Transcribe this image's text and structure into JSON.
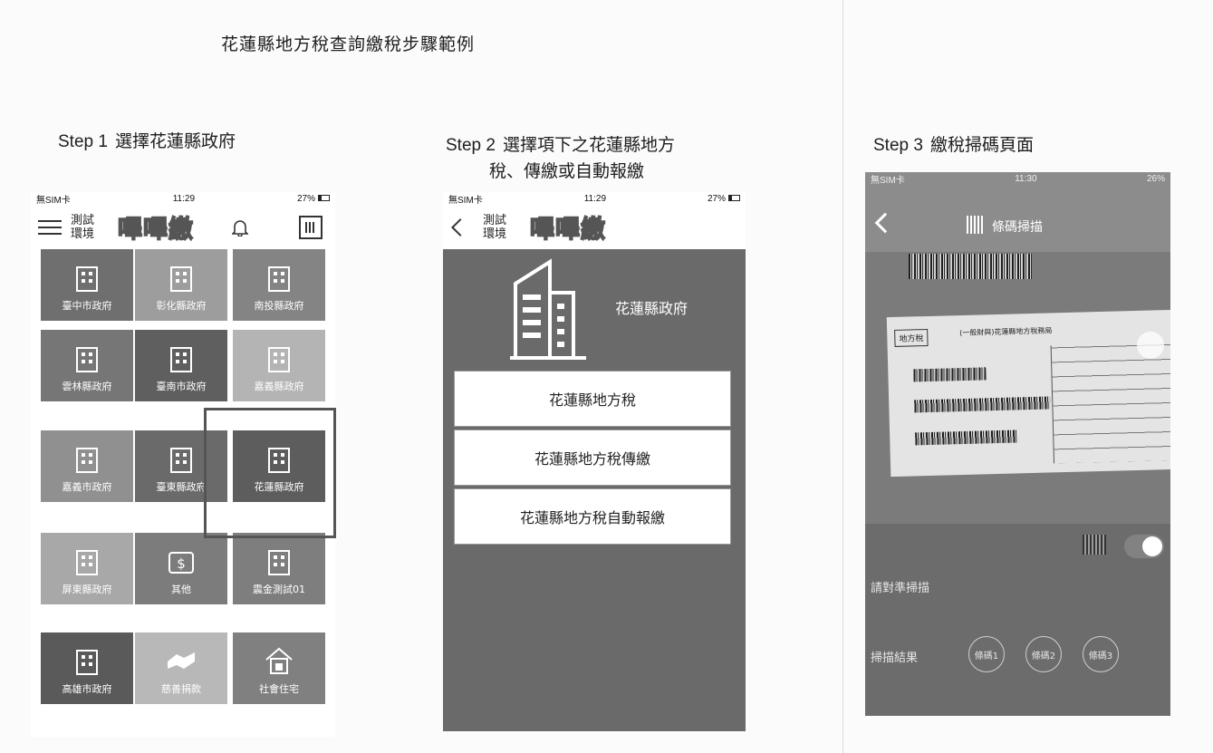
{
  "document": {
    "title": "花蓮縣地方稅查詢繳稅步驟範例"
  },
  "steps": [
    {
      "number": "Step 1",
      "text": "選擇花蓮縣政府",
      "text_line2": ""
    },
    {
      "number": "Step 2",
      "text": "選擇項下之花蓮縣地方",
      "text_line2": "稅、傳繳或自動報繳"
    },
    {
      "number": "Step 3",
      "text": "繳稅掃碼頁面",
      "text_line2": ""
    }
  ],
  "phone1": {
    "status": {
      "carrier": "無SIM卡",
      "time": "11:29",
      "battery": "27%"
    },
    "env_label": [
      "測試",
      "環境"
    ],
    "logo": "嗶嗶繳",
    "tiles": [
      {
        "label": "臺中市政府",
        "icon": "building-icon",
        "color": "#6f6f6f"
      },
      {
        "label": "彰化縣政府",
        "icon": "building-icon",
        "color": "#9d9d9d"
      },
      {
        "label": "南投縣政府",
        "icon": "building-icon",
        "color": "#848484"
      },
      {
        "label": "雲林縣政府",
        "icon": "building-icon",
        "color": "#767676"
      },
      {
        "label": "臺南市政府",
        "icon": "building-icon",
        "color": "#5f5f5f"
      },
      {
        "label": "嘉義縣政府",
        "icon": "building-icon",
        "color": "#b4b4b4"
      },
      {
        "label": "嘉義市政府",
        "icon": "building-icon",
        "color": "#909090"
      },
      {
        "label": "臺東縣政府",
        "icon": "building-icon",
        "color": "#6a6a6a"
      },
      {
        "label": "花蓮縣政府",
        "icon": "building-icon",
        "color": "#5d5d5d"
      },
      {
        "label": "屏東縣政府",
        "icon": "building-icon",
        "color": "#a8a8a8"
      },
      {
        "label": "其他",
        "icon": "money-bag-icon",
        "color": "#7c7c7c"
      },
      {
        "label": "震金測試01",
        "icon": "building-icon",
        "color": "#7e7e7e"
      },
      {
        "label": "高雄市政府",
        "icon": "building-icon",
        "color": "#5a5a5a"
      },
      {
        "label": "慈善捐款",
        "icon": "handshake-icon",
        "color": "#b8b8b8"
      },
      {
        "label": "社會住宅",
        "icon": "house-icon",
        "color": "#808080"
      }
    ]
  },
  "phone2": {
    "status": {
      "carrier": "無SIM卡",
      "time": "11:29",
      "battery": "27%"
    },
    "env_label": [
      "測試",
      "環境"
    ],
    "logo": "嗶嗶繳",
    "county": "花蓮縣政府",
    "options": [
      "花蓮縣地方稅",
      "花蓮縣地方稅傳繳",
      "花蓮縣地方稅自動報繳"
    ]
  },
  "phone3": {
    "status": {
      "carrier": "無SIM卡",
      "time": "11:30",
      "battery": "26%"
    },
    "header_title": "條碼掃描",
    "paper_label": "地方稅",
    "paper_title": "(一般財與)花蓮縣地方稅務局",
    "prompt": "請對準掃描",
    "result_label": "掃描結果",
    "result_buttons": [
      "條碼1",
      "條碼2",
      "條碼3"
    ]
  },
  "colors": {
    "page_bg": "#fbfbfb",
    "panel_gray": "#6a6a6a",
    "app_header": "#8c8c8c",
    "highlight": "#555555"
  }
}
